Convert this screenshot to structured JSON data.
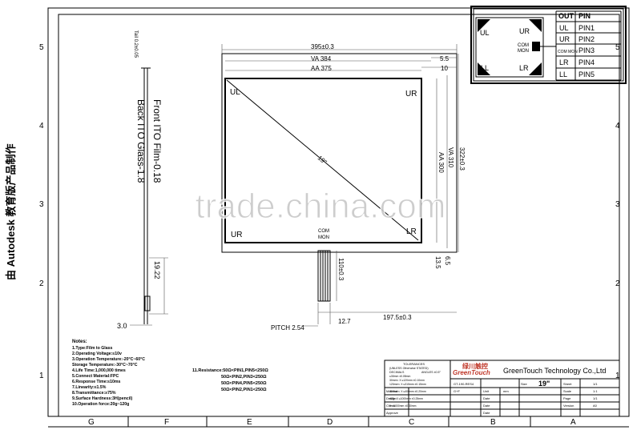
{
  "frame": {
    "columns": [
      "G",
      "F",
      "E",
      "D",
      "C",
      "B",
      "A"
    ],
    "rows": [
      "5",
      "4",
      "3",
      "2",
      "1"
    ]
  },
  "side_watermark": "由 Autodesk 教育版产品制作",
  "watermark": "trade.china.com",
  "side_view": {
    "top_label": "Tail 0.2±0.05",
    "front_label": "Front ITO Film-0.18",
    "back_label": "Back ITO Glass-1.8",
    "dim_tail": "19.22",
    "dim_width": "3.0"
  },
  "front_view": {
    "dim_outer": "395±0.3",
    "dim_va": "VA 384",
    "dim_aa": "AA 375",
    "dim_right_top": "5.5",
    "dim_right_top2": "10",
    "dim_aa_h": "AA 300",
    "dim_va_h": "VA 310",
    "dim_outer_h": "322±0.3",
    "dim_bottom1": "13.5",
    "dim_bottom2": "6.5",
    "dim_tail_len": "110±0.3",
    "dim_tail_offset": "197.5±0.3",
    "dim_tail_width": "12.7",
    "pitch": "PITCH 2.54",
    "diag": "19\"",
    "corner_ul": "UL",
    "corner_ur": "UR",
    "corner_ll_label": "UR",
    "corner_lr": "LR",
    "com_mon_1": "COM",
    "com_mon_2": "MON"
  },
  "pin_table": {
    "header": [
      "OUT",
      "PIN"
    ],
    "rows": [
      [
        "UL",
        "PIN1"
      ],
      [
        "UR",
        "PIN2"
      ],
      [
        "COM MON",
        "PIN3"
      ],
      [
        "LR",
        "PIN4"
      ],
      [
        "LL",
        "PIN5"
      ]
    ],
    "schematic": {
      "ul": "UL",
      "ur": "UR",
      "ll": "LL",
      "lr": "LR",
      "com_1": "COM",
      "com_2": "MON"
    }
  },
  "notes": {
    "title": "Notes:",
    "items": [
      "1.Type:Film to Glass",
      "2.Operating Voltage:≤10v",
      "3.Operation Temperature:-20°C~60°C",
      "  Storage Temperature:-30°C~70°C",
      "4.Life Time:1,000,000 times",
      "5.Connect Material:FPC",
      "6.Response Time:≤10ms",
      "7.Linearity:≤1.5%",
      "8.Transmittance:≥75%",
      "9.Surface Hardness:3H(pencil)",
      "10.Operation force:20g~120g"
    ]
  },
  "resistance": {
    "lines": [
      "11.Resistance:50Ω<PIN1,PIN5<250Ω",
      "50Ω<PIN2,PIN3<250Ω",
      "50Ω<PIN4,PIN5<250Ω",
      "50Ω<PIN2,PIN1<250Ω"
    ]
  },
  "title_block": {
    "tolerances_title": "TOLERANCES",
    "tolerances_sub": "(UNLESS Otherwise STATED)",
    "decimals": "DECIMALS",
    "angles": "ANGLES ±0.5°",
    "tol_rows": [
      "≤30mm   ±0.05mm",
      "30mm< X ≤120mm  ±0.10mm",
      "120mm< X ≤315mm ±0.15mm",
      "315mm< X ≤400mm ±0.20mm",
      "400< X ≤1000mm  ±0.25mm",
      "X >1000mm  ±0.30mm"
    ],
    "brand_cn": "绿川触控",
    "brand_en": "GreenTouch",
    "company": "GreenTouch Technology Co.,Ltd",
    "model": "GT-190-RES4",
    "size_label": "Size",
    "size_value": "19\"",
    "sheet_label": "Sheet",
    "sheet_value": "1/1",
    "left_labels": [
      "Material",
      "Design",
      "Check",
      "Approve"
    ],
    "left_values": [
      "G+F",
      "",
      "",
      ""
    ],
    "mid_labels": [
      "Unit",
      "Date",
      "Date",
      "Date"
    ],
    "mid_values": [
      "mm",
      "",
      "",
      ""
    ],
    "right_labels": [
      "Scale",
      "Page",
      "Version"
    ],
    "right_values": [
      "1:1",
      "1/1",
      "A0"
    ]
  }
}
